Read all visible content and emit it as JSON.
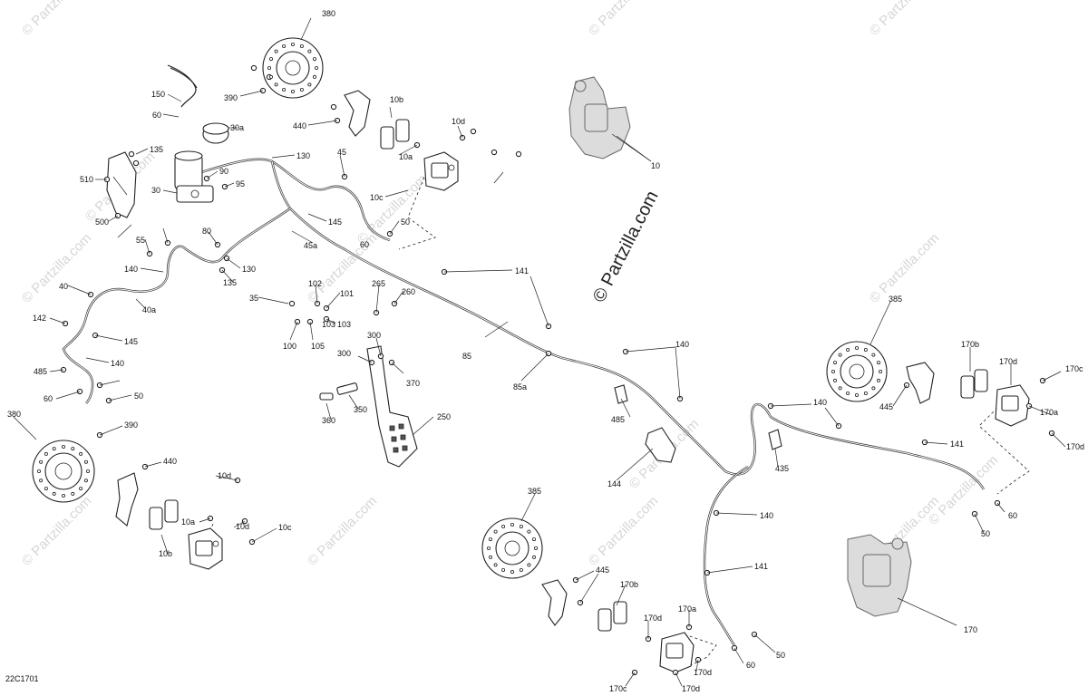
{
  "diagram": {
    "code": "22C1701",
    "copyright": "© Partzilla.com",
    "watermark": "© Partzilla.com",
    "labels": [
      "380",
      "390",
      "150",
      "60",
      "30a",
      "440",
      "10b",
      "10d",
      "10a",
      "10c",
      "10",
      "135",
      "130",
      "45",
      "90",
      "95",
      "30",
      "510",
      "500",
      "145",
      "50",
      "60",
      "55",
      "80",
      "45a",
      "140",
      "130",
      "135",
      "35",
      "102",
      "101",
      "103",
      "265",
      "260",
      "141",
      "40",
      "40a",
      "142",
      "145",
      "140",
      "485",
      "60",
      "50",
      "100",
      "105",
      "103",
      "300",
      "300",
      "370",
      "85",
      "85a",
      "140",
      "385",
      "170b",
      "170d",
      "170c",
      "445",
      "485",
      "144",
      "140",
      "435",
      "141",
      "170a",
      "170d",
      "380",
      "390",
      "440",
      "10d",
      "10a",
      "10d",
      "10c",
      "10b",
      "360",
      "350",
      "250",
      "60",
      "50",
      "140",
      "141",
      "385",
      "445",
      "170b",
      "170d",
      "170a",
      "170",
      "60",
      "50",
      "170c",
      "170d",
      "170d"
    ]
  }
}
